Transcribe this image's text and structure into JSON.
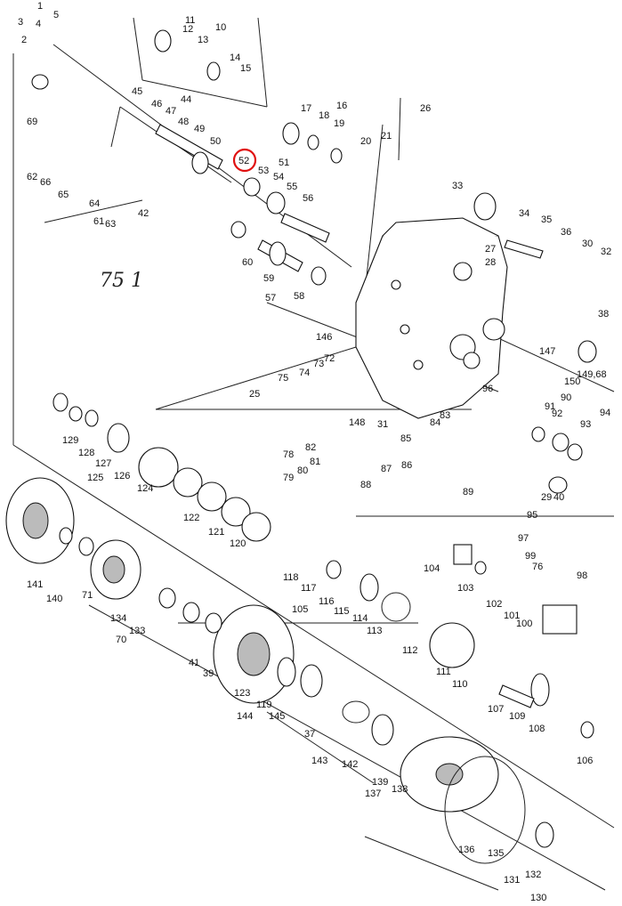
{
  "diagram": {
    "highlight_color": "#e01010",
    "highlighted_label": "52",
    "handwritten_note": "75 1",
    "part_labels": [
      "1",
      "2",
      "3",
      "4",
      "5",
      "10",
      "11",
      "12",
      "13",
      "14",
      "15",
      "16",
      "17",
      "18",
      "19",
      "20",
      "21",
      "25",
      "26",
      "27",
      "28",
      "29",
      "30",
      "31",
      "32",
      "33",
      "34",
      "35",
      "36",
      "37",
      "38",
      "39",
      "40",
      "41",
      "42",
      "44",
      "45",
      "46",
      "47",
      "48",
      "49",
      "50",
      "51",
      "53",
      "54",
      "55",
      "56",
      "57",
      "58",
      "59",
      "60",
      "61",
      "62",
      "63",
      "64",
      "65",
      "66",
      "69",
      "70",
      "71",
      "72",
      "73",
      "74",
      "75",
      "76",
      "78",
      "79",
      "80",
      "81",
      "82",
      "83",
      "84",
      "85",
      "86",
      "87",
      "88",
      "89",
      "90",
      "91",
      "92",
      "93",
      "94",
      "95",
      "96",
      "97",
      "98",
      "99",
      "100",
      "101",
      "102",
      "103",
      "104",
      "105",
      "106",
      "107",
      "108",
      "109",
      "110",
      "111",
      "112",
      "113",
      "114",
      "115",
      "116",
      "117",
      "118",
      "119",
      "120",
      "121",
      "122",
      "123",
      "124",
      "125",
      "126",
      "127",
      "128",
      "129",
      "130",
      "131",
      "132",
      "133",
      "134",
      "135",
      "136",
      "137",
      "138",
      "139",
      "140",
      "141",
      "142",
      "143",
      "144",
      "145",
      "146",
      "147",
      "148",
      "149,68",
      "150"
    ]
  }
}
